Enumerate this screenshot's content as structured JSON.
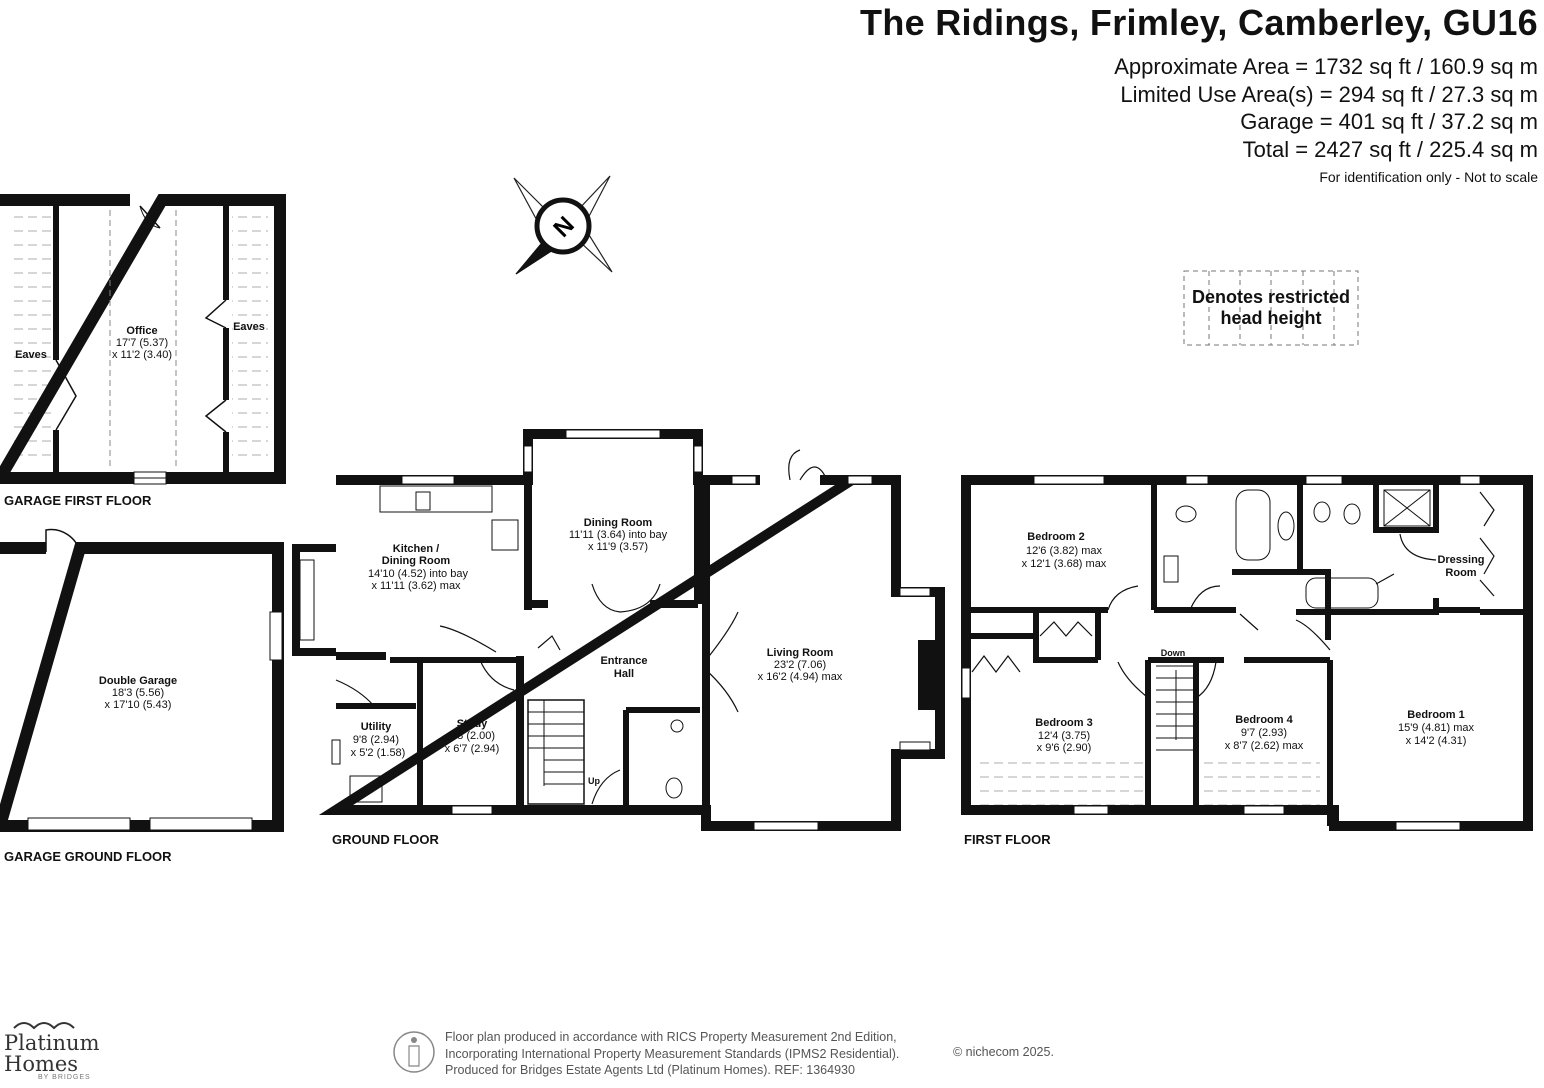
{
  "header": {
    "title": "The Ridings, Frimley, Camberley, GU16",
    "areas": [
      "Approximate Area = 1732 sq ft / 160.9 sq m",
      "Limited Use Area(s) = 294 sq ft / 27.3 sq m",
      "Garage = 401 sq ft / 37.2 sq m",
      "Total = 2427 sq ft / 225.4 sq m"
    ],
    "note": "For identification only - Not to scale"
  },
  "legend": {
    "line1": "Denotes restricted",
    "line2": "head height"
  },
  "floors": {
    "garage_first": "GARAGE FIRST FLOOR",
    "garage_ground": "GARAGE GROUND FLOOR",
    "ground": "GROUND FLOOR",
    "first": "FIRST FLOOR"
  },
  "rooms": {
    "office": {
      "name": "Office",
      "dim1": "17'7 (5.37)",
      "dim2": "x 11'2 (3.40)"
    },
    "eaves_left": "Eaves",
    "eaves_right": "Eaves",
    "double_garage": {
      "name": "Double Garage",
      "dim1": "18'3 (5.56)",
      "dim2": "x 17'10 (5.43)"
    },
    "kitchen": {
      "name1": "Kitchen /",
      "name2": "Dining Room",
      "dim1": "14'10 (4.52) into bay",
      "dim2": "x 11'11 (3.62) max"
    },
    "dining": {
      "name": "Dining Room",
      "dim1": "11'11 (3.64) into bay",
      "dim2": "x 11'9 (3.57)"
    },
    "living": {
      "name": "Living Room",
      "dim1": "23'2 (7.06)",
      "dim2": "x 16'2 (4.94) max"
    },
    "entrance": {
      "name1": "Entrance",
      "name2": "Hall"
    },
    "utility": {
      "name": "Utility",
      "dim1": "9'8 (2.94)",
      "dim2": "x 5'2 (1.58)"
    },
    "study": {
      "name": "Study",
      "dim1": "9'8 (2.00)",
      "dim2": "x 6'7 (2.94)"
    },
    "up": "Up",
    "bedroom2": {
      "name": "Bedroom 2",
      "dim1": "12'6 (3.82) max",
      "dim2": "x 12'1 (3.68) max"
    },
    "bedroom3": {
      "name": "Bedroom 3",
      "dim1": "12'4 (3.75)",
      "dim2": "x 9'6 (2.90)"
    },
    "bedroom4": {
      "name": "Bedroom 4",
      "dim1": "9'7 (2.93)",
      "dim2": "x 8'7 (2.62) max"
    },
    "bedroom1": {
      "name": "Bedroom 1",
      "dim1": "15'9 (4.81) max",
      "dim2": "x 14'2 (4.31)"
    },
    "dressing": {
      "name1": "Dressing",
      "name2": "Room"
    },
    "down": "Down"
  },
  "compass": {
    "letter": "N"
  },
  "footer": {
    "line1": "Floor plan produced in accordance with RICS Property Measurement 2nd Edition,",
    "line2": "Incorporating International Property Measurement Standards (IPMS2 Residential).",
    "line3": "Produced for Bridges Estate Agents Ltd (Platinum Homes).   REF: 1364930",
    "copyright": "© nichecom 2025."
  },
  "brand": {
    "line1": "Platinum",
    "line2": "Homes",
    "sub": "BY BRIDGES"
  }
}
